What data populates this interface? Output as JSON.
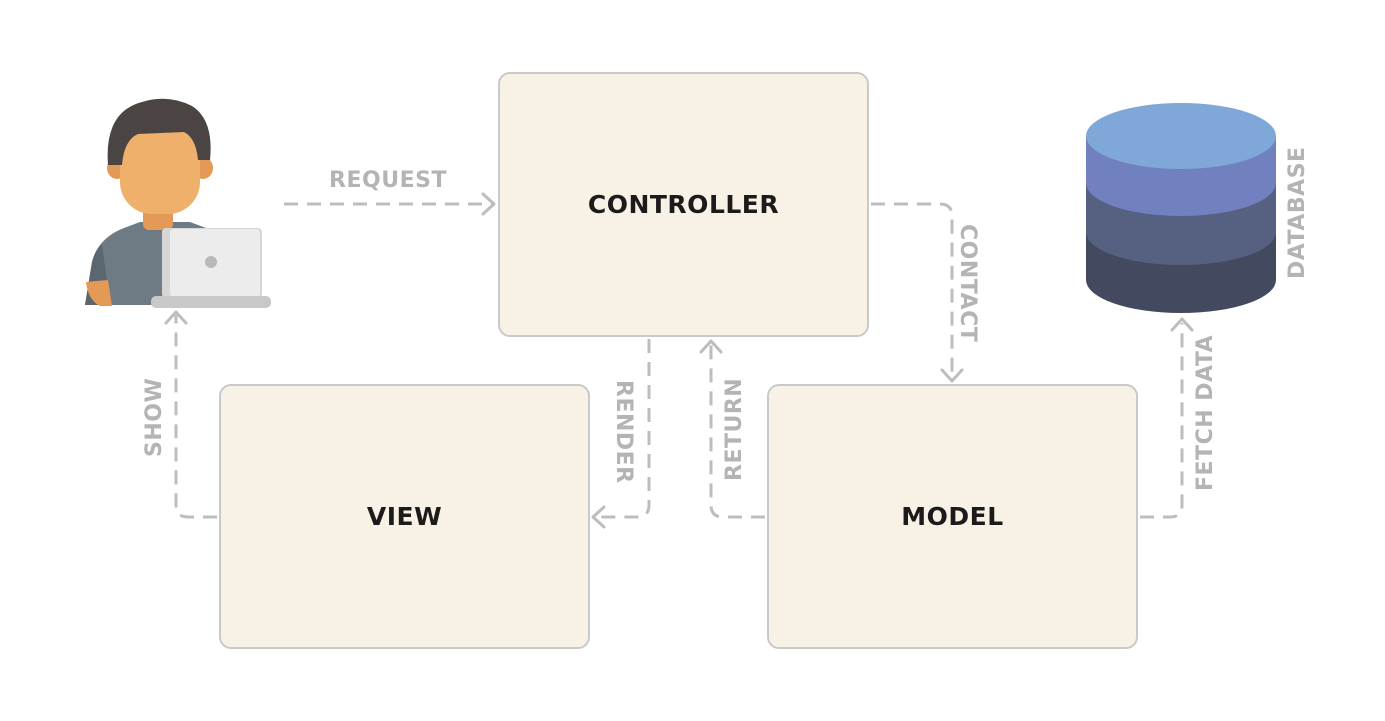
{
  "components": {
    "controller": "CONTROLLER",
    "view": "VIEW",
    "model": "MODEL"
  },
  "flows": {
    "request": "REQUEST",
    "contact": "CONTACT",
    "render": "RENDER",
    "return": "RETURN",
    "show": "SHOW",
    "fetch_data": "FETCH DATA"
  },
  "database_label": "DATABASE",
  "icons": {
    "user": "user-with-laptop-icon",
    "database": "database-icon"
  },
  "colors": {
    "box_fill": "#f8f1e5",
    "box_border": "#c9c9c9",
    "arrow": "#bdbdbd",
    "flow_label": "#b4b4b4",
    "db_top": "#7fa7d8",
    "db_layer_1": "#7180bf",
    "db_layer_2": "#566080",
    "db_layer_3": "#434a60",
    "skin": "#efb06c",
    "hair": "#4a4542",
    "shirt": "#6e7a84"
  }
}
